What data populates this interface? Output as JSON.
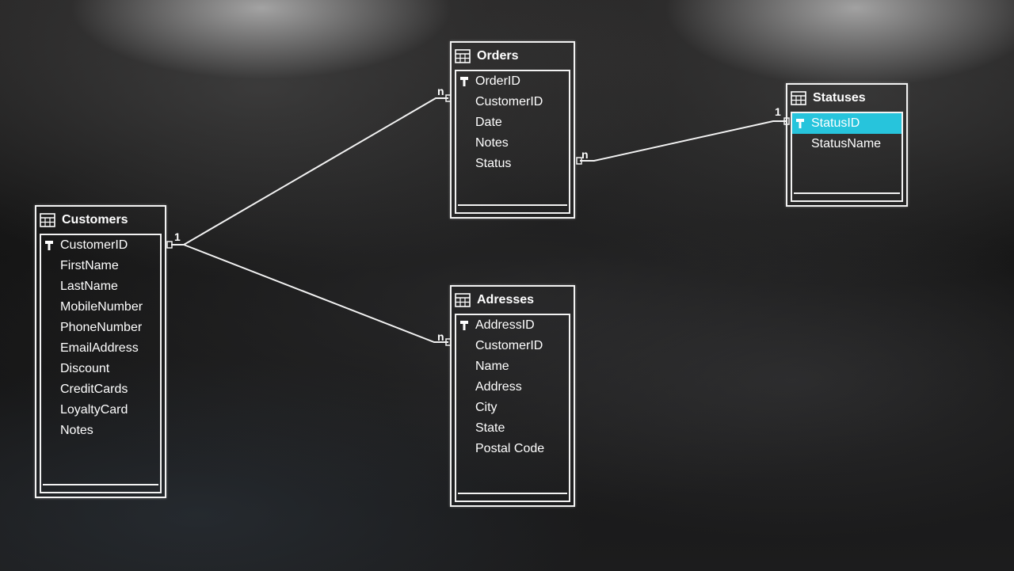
{
  "colors": {
    "line": "#f2f2f2",
    "selection": "#27c4dc",
    "text": "#ffffff"
  },
  "tables": {
    "customers": {
      "title": "Customers",
      "fields": [
        "CustomerID",
        "FirstName",
        "LastName",
        "MobileNumber",
        "PhoneNumber",
        "EmailAddress",
        "Discount",
        "CreditCards",
        "LoyaltyCard",
        "Notes"
      ],
      "primary_key": "CustomerID"
    },
    "orders": {
      "title": "Orders",
      "fields": [
        "OrderID",
        "CustomerID",
        "Date",
        "Notes",
        "Status"
      ],
      "primary_key": "OrderID"
    },
    "adresses": {
      "title": "Adresses",
      "fields": [
        "AddressID",
        "CustomerID",
        "Name",
        "Address",
        "City",
        "State",
        "Postal Code"
      ],
      "primary_key": "AddressID"
    },
    "statuses": {
      "title": "Statuses",
      "fields": [
        "StatusID",
        "StatusName"
      ],
      "primary_key": "StatusID",
      "selected_field": "StatusID"
    }
  },
  "relationships": [
    {
      "from": "Customers",
      "to": "Orders",
      "from_label": "1",
      "to_label": "n"
    },
    {
      "from": "Customers",
      "to": "Adresses",
      "from_label": "1",
      "to_label": "n"
    },
    {
      "from": "Orders",
      "to": "Statuses",
      "from_label": "n",
      "to_label": "1"
    }
  ],
  "icons": {
    "table": "table-grid-icon",
    "key": "primary-key-icon"
  }
}
